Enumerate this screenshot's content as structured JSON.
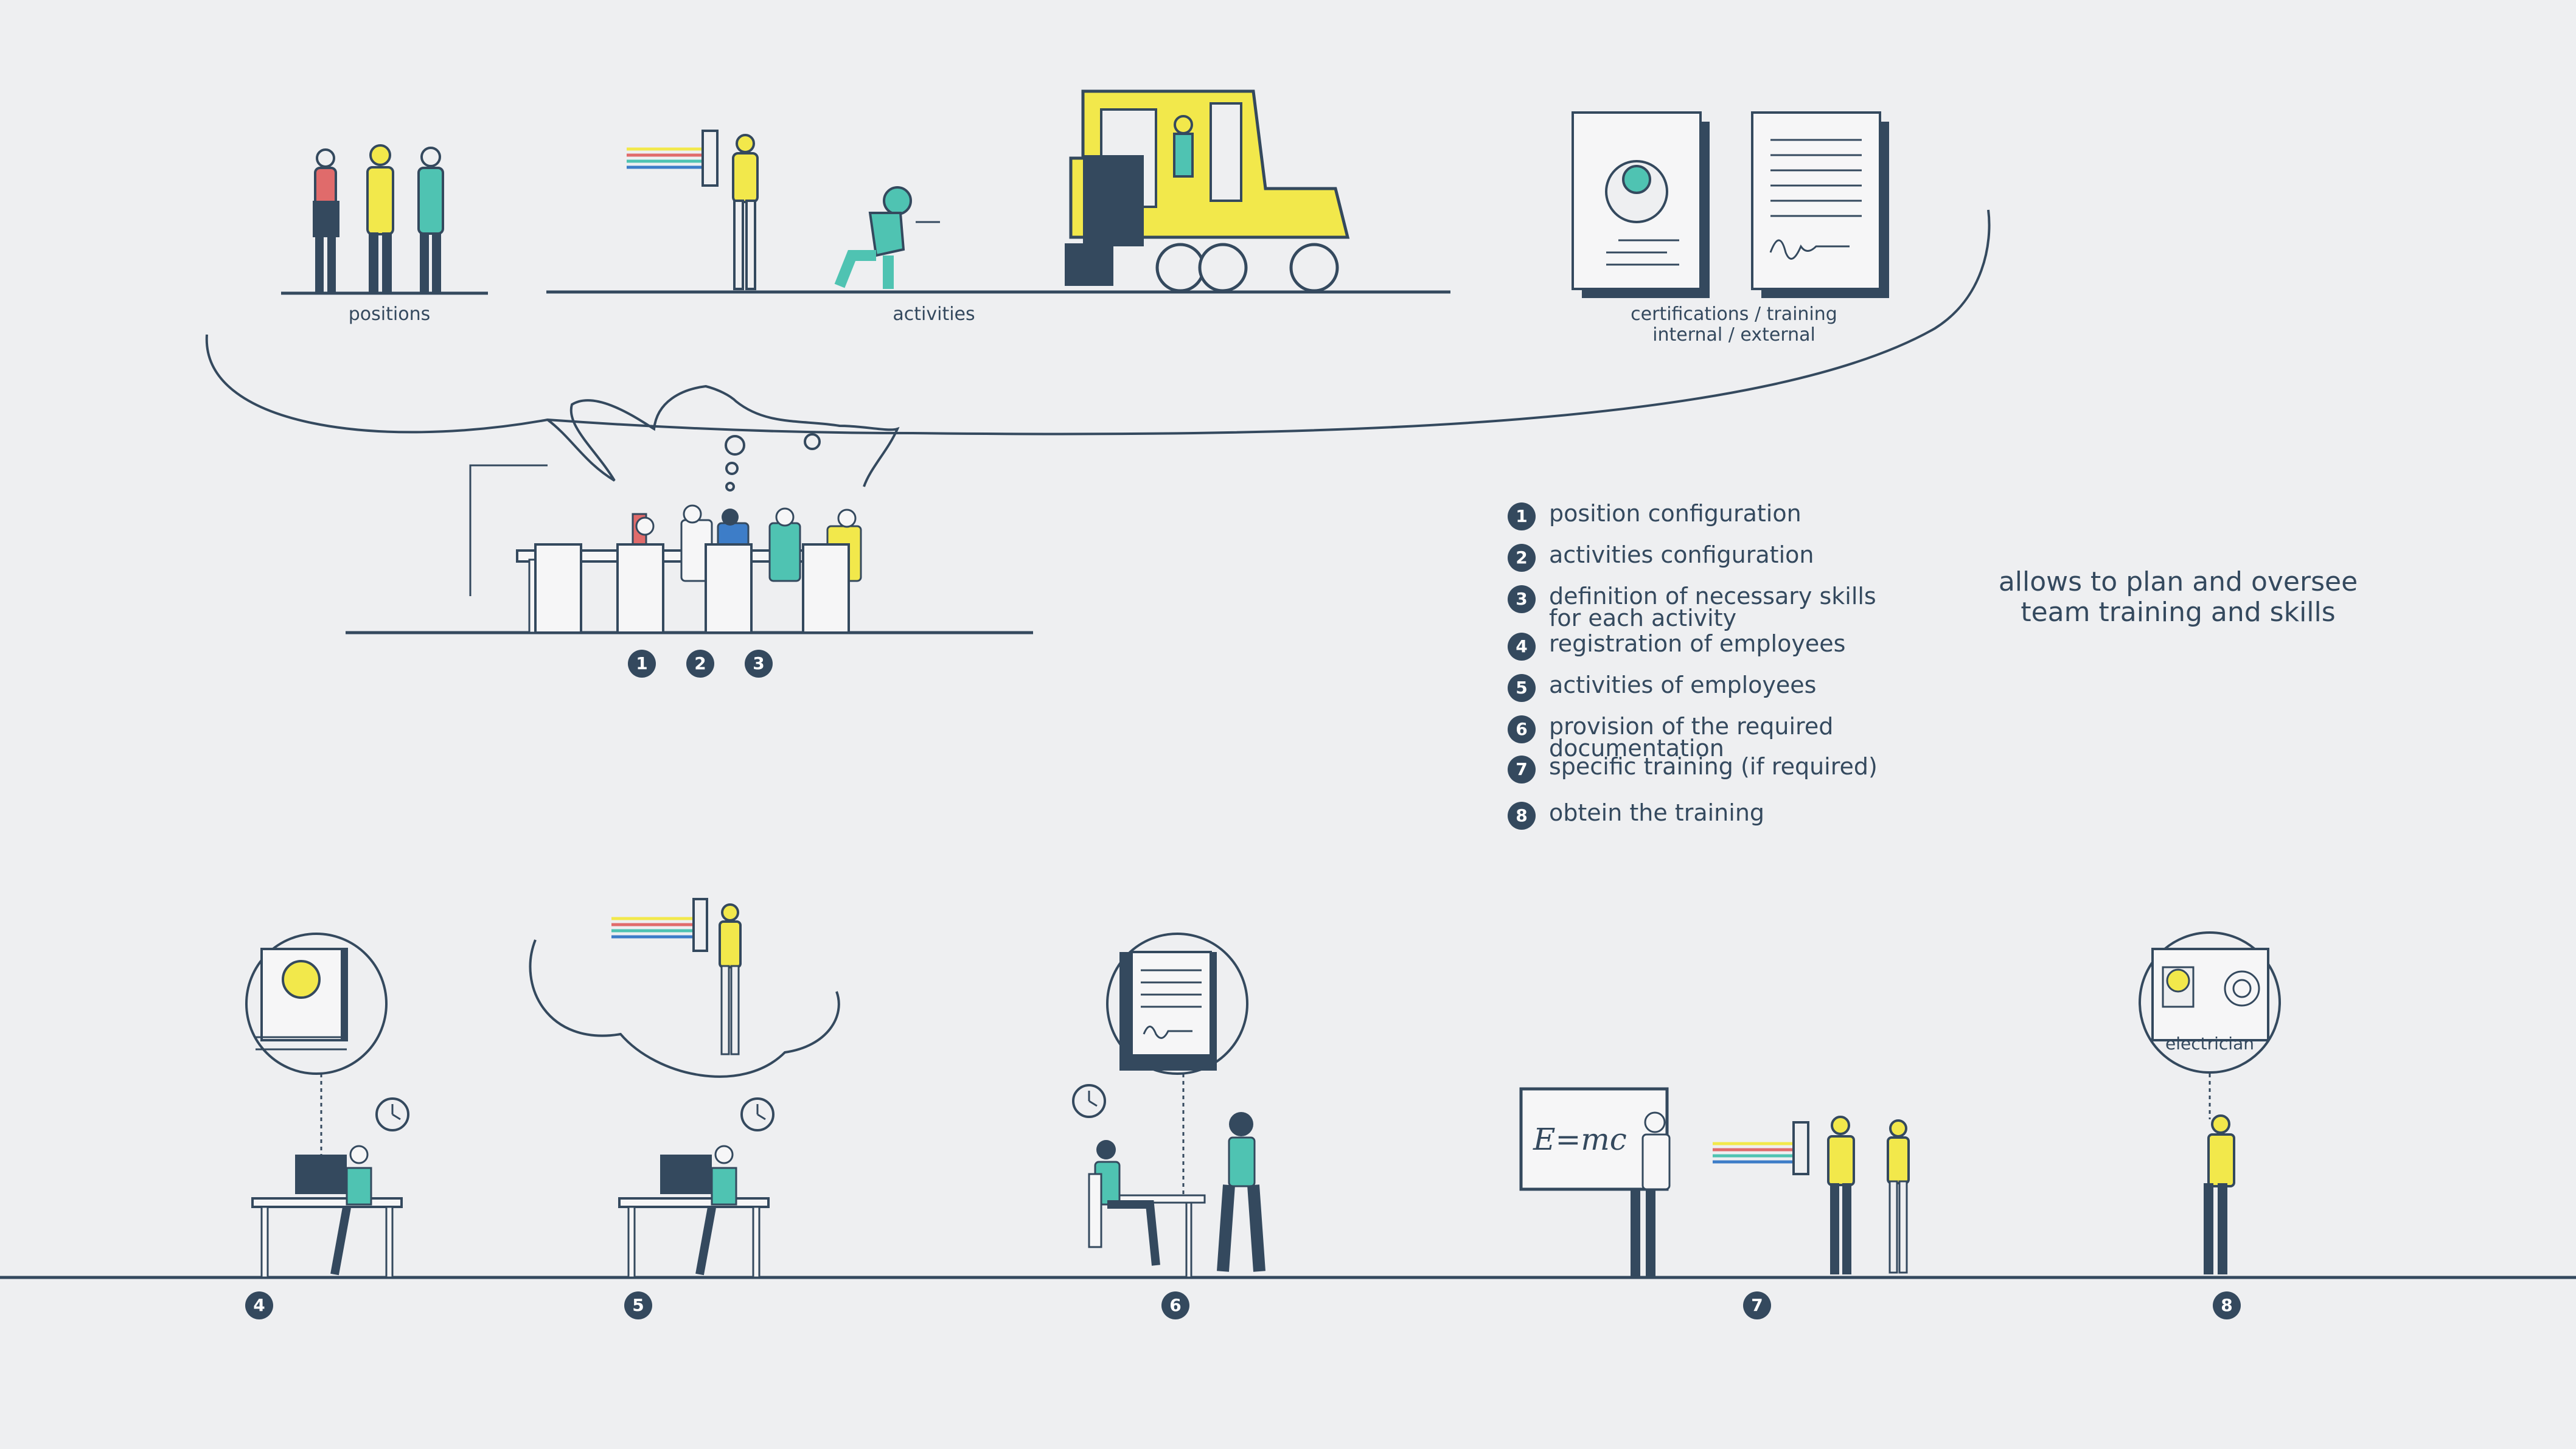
{
  "top_labels": {
    "positions": "positions",
    "activities": "activities",
    "certifications": "certifications / training\ninternal / external"
  },
  "legend": [
    {
      "num": "1",
      "text": "position configuration"
    },
    {
      "num": "2",
      "text": "activities configuration"
    },
    {
      "num": "3",
      "text": "definition of necessary skills\nfor each activity"
    },
    {
      "num": "4",
      "text": "registration of employees"
    },
    {
      "num": "5",
      "text": "activities of employees"
    },
    {
      "num": "6",
      "text": "provision of the required\ndocumentation"
    },
    {
      "num": "7",
      "text": "specific training (if required)"
    },
    {
      "num": "8",
      "text": "obtein the training"
    }
  ],
  "tagline": "allows to plan and oversee\nteam training and skills",
  "meeting_steps": [
    "1",
    "2",
    "3"
  ],
  "bottom_steps": [
    "4",
    "5",
    "6",
    "7",
    "8"
  ],
  "board_formula": "E=mc",
  "badge_label": "electrician",
  "colors": {
    "ink": "#34495e",
    "background": "#eeeff1",
    "yellow": "#f2e84b",
    "teal": "#4fc3b2",
    "blue": "#3d7dc8",
    "paper": "#f6f6f7"
  }
}
